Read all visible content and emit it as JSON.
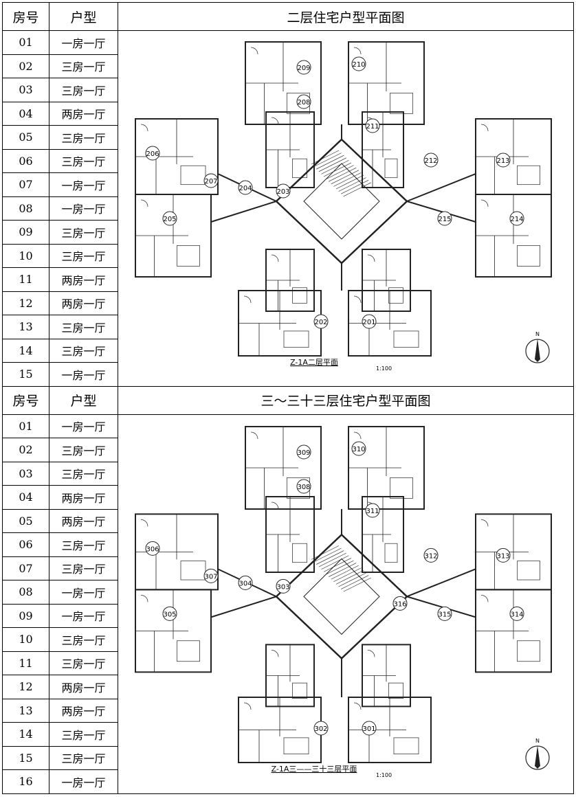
{
  "floor2": {
    "header": {
      "room_no": "房号",
      "unit_type": "户型",
      "title": "二层住宅户型平面图"
    },
    "rows": [
      {
        "no": "01",
        "type": "一房一厅"
      },
      {
        "no": "02",
        "type": "三房一厅"
      },
      {
        "no": "03",
        "type": "三房一厅"
      },
      {
        "no": "04",
        "type": "两房一厅"
      },
      {
        "no": "05",
        "type": "三房一厅"
      },
      {
        "no": "06",
        "type": "三房一厅"
      },
      {
        "no": "07",
        "type": "一房一厅"
      },
      {
        "no": "08",
        "type": "一房一厅"
      },
      {
        "no": "09",
        "type": "三房一厅"
      },
      {
        "no": "10",
        "type": "三房一厅"
      },
      {
        "no": "11",
        "type": "两房一厅"
      },
      {
        "no": "12",
        "type": "两房一厅"
      },
      {
        "no": "13",
        "type": "三房一厅"
      },
      {
        "no": "14",
        "type": "三房一厅"
      },
      {
        "no": "15",
        "type": "一房一厅"
      }
    ],
    "plan_caption": "Z-1A二层平面",
    "plan_scale": "1:100",
    "unit_labels": [
      "201",
      "202",
      "203",
      "204",
      "205",
      "206",
      "207",
      "208",
      "209",
      "210",
      "211",
      "212",
      "213",
      "214",
      "215"
    ],
    "north_label": "N"
  },
  "floor3": {
    "header": {
      "room_no": "房号",
      "unit_type": "户型",
      "title": "三～三十三层住宅户型平面图"
    },
    "rows": [
      {
        "no": "01",
        "type": "一房一厅"
      },
      {
        "no": "02",
        "type": "三房一厅"
      },
      {
        "no": "03",
        "type": "三房一厅"
      },
      {
        "no": "04",
        "type": "两房一厅"
      },
      {
        "no": "05",
        "type": "两房一厅"
      },
      {
        "no": "06",
        "type": "三房一厅"
      },
      {
        "no": "07",
        "type": "三房一厅"
      },
      {
        "no": "08",
        "type": "一房一厅"
      },
      {
        "no": "09",
        "type": "一房一厅"
      },
      {
        "no": "10",
        "type": "三房一厅"
      },
      {
        "no": "11",
        "type": "三房一厅"
      },
      {
        "no": "12",
        "type": "两房一厅"
      },
      {
        "no": "13",
        "type": "两房一厅"
      },
      {
        "no": "14",
        "type": "三房一厅"
      },
      {
        "no": "15",
        "type": "三房一厅"
      },
      {
        "no": "16",
        "type": "一房一厅"
      }
    ],
    "plan_caption": "Z-1A三——三十三层平面",
    "plan_scale": "1:100",
    "unit_labels": [
      "301",
      "302",
      "303",
      "304",
      "305",
      "306",
      "307",
      "308",
      "309",
      "310",
      "311",
      "312",
      "313",
      "314",
      "315",
      "316"
    ],
    "north_label": "N"
  }
}
